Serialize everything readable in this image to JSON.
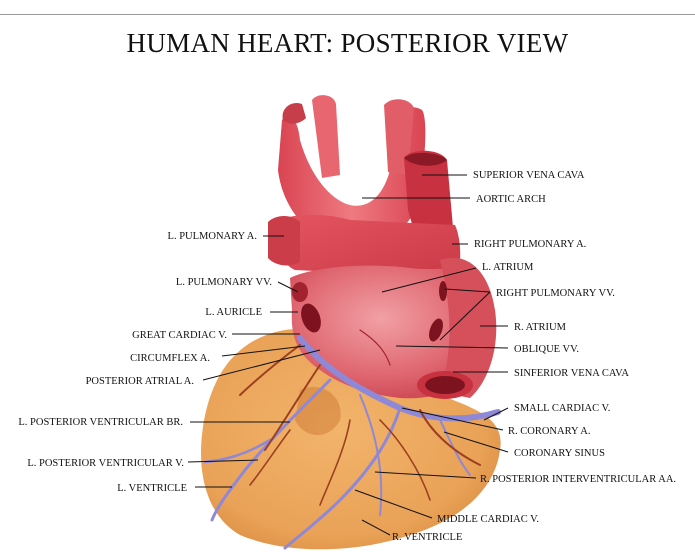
{
  "title": "HUMAN HEART: POSTERIOR VIEW",
  "colors": {
    "vessel_red": "#e0505a",
    "vessel_dark": "#a3222f",
    "ventricle_orange": "#e9a257",
    "vein_purple": "#8f88d6",
    "artery_brown": "#9c4020",
    "rule": "#9a9a9a"
  },
  "labels_right": [
    "SUPERIOR VENA CAVA",
    "AORTIC ARCH",
    "RIGHT PULMONARY A.",
    "L. ATRIUM",
    "RIGHT PULMONARY VV.",
    "R. ATRIUM",
    "OBLIQUE VV.",
    "SINFERIOR VENA CAVA",
    "SMALL CARDIAC V.",
    "R. CORONARY A.",
    "CORONARY SINUS",
    "R. POSTERIOR INTERVENTRICULAR AA.",
    "MIDDLE CARDIAC V.",
    "R. VENTRICLE"
  ],
  "labels_left": [
    "L. PULMONARY A.",
    "L. PULMONARY VV.",
    "L. AURICLE",
    "GREAT CARDIAC V.",
    "CIRCUMFLEX A.",
    "POSTERIOR ATRIAL A.",
    "L. POSTERIOR VENTRICULAR BR.",
    "L. POSTERIOR VENTRICULAR V.",
    "L. VENTRICLE"
  ]
}
